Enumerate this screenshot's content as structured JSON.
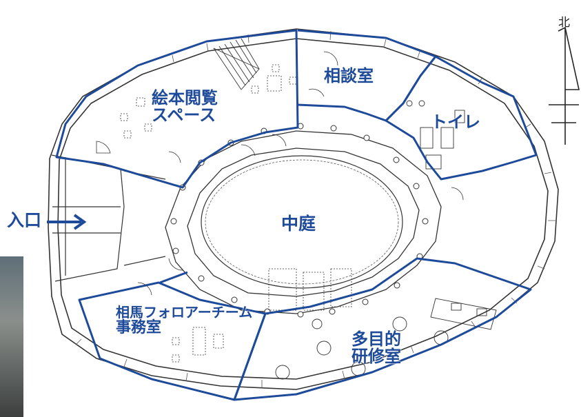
{
  "map": {
    "north_label": "北",
    "rooms": {
      "picture_book": [
        "絵本閲覧",
        "スペース"
      ],
      "consultation": "相談室",
      "toilet": "トイレ",
      "courtyard": "中庭",
      "office": [
        "相馬フォロアーチーム",
        "事務室"
      ],
      "multipurpose": [
        "多目的",
        "研修室"
      ]
    },
    "entrance": {
      "label": "入口",
      "arrow": "→"
    }
  },
  "colors": {
    "room_outline": "#1e4a9a",
    "label": "#1e4a9a",
    "line_drawing": "#333333"
  }
}
